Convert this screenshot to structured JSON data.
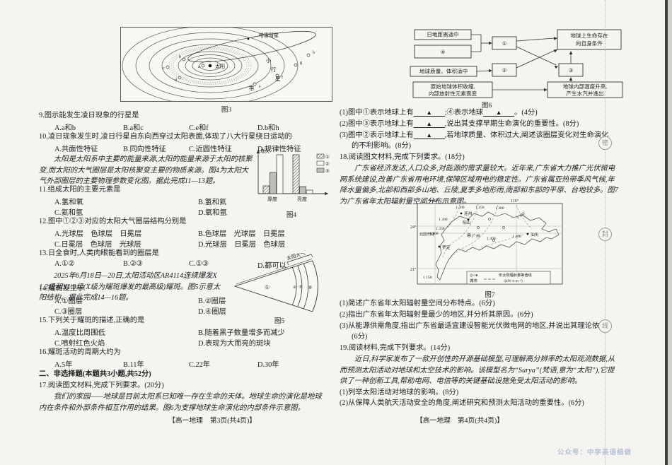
{
  "seal": {
    "chars": [
      "密",
      "封",
      "线"
    ]
  },
  "watermark": "公众号：中学英语细做",
  "left": {
    "fig3": {
      "caption": "图3",
      "sun_label": "太阳",
      "comet_label": "哈雷彗星",
      "belt_label": [
        "小",
        "行",
        "星",
        "带"
      ],
      "planets": [
        "a",
        "b",
        "c",
        "d",
        "e",
        "f",
        "g",
        "h"
      ]
    },
    "q9": {
      "text": "9.图示能发生凌日现象的行星是",
      "opts": [
        "A.a和b",
        "B.a和c",
        "C.e和f",
        "D.b和h"
      ]
    },
    "q10": {
      "text": "10.凌日现象发生时,凌日行星自东向西穿过太阳表面,体现了八大行星绕日运动的",
      "opts": [
        "A.共面性特征",
        "B.同向性特征",
        "C.近圆性特征",
        "D.规律性特征"
      ]
    },
    "para1": {
      "lines": [
        "太阳是太阳系中主要的能量来源,太阳的能量来源于太阳的核聚",
        "变,而太阳的大气圈层是太阳核聚变主要的物质来源。图4为太阳大",
        "气外部圈层的主要物理参数变化图。据此完成11—13题。"
      ]
    },
    "fig4": {
      "caption": "图4",
      "ylabel": "增大",
      "legend": [
        "①",
        "②",
        "③"
      ],
      "chart_data": {
        "type": "bar",
        "categories": [
          "厚度",
          "亮度"
        ],
        "series": [
          {
            "name": "①",
            "values": [
              0.19,
              0.95
            ]
          },
          {
            "name": "③",
            "values": [
              0.52,
              0.17
            ]
          },
          {
            "name": "②",
            "values": [
              0.95,
              0.09
            ]
          }
        ],
        "ylabel": "增大(相对值)",
        "ylim": [
          0,
          1
        ]
      }
    },
    "q11": {
      "text": "11.组成太阳的主要元素是",
      "opts": [
        "A.氢和氧",
        "B.氢和氦",
        "C.氦和氩",
        "D.氧和氩"
      ]
    },
    "q12": {
      "text": "12.图中①②③对应的太阳大气圈层结构分别是",
      "opts": [
        "A.光球层　色球层　日冕层",
        "B.色球层　光球层　日冕层",
        "C.日冕层　色球层　光球层",
        "D.光球层　日冕层　色球层"
      ]
    },
    "q13": {
      "text": "13.日全食时,人类肉眼能看到的圈层是",
      "opts": [
        "A.①②",
        "B.②③",
        "C.①③",
        "D.都可以"
      ]
    },
    "para2": {
      "lines": [
        "2025年6月18日—20日,太阳活动区AR4114连续爆发X",
        "1.2级和X1.9级(X级为耀斑爆发的最高级)耀斑。图5示意太",
        "阳结构。据此完成14—16题。"
      ]
    },
    "fig5": {
      "caption": "图5",
      "atm_label": "太阳大气",
      "regions": [
        "①",
        "②",
        "③",
        "④"
      ]
    },
    "q14": {
      "text": "14.耀斑发生于",
      "opts": [
        "A.①圈层",
        "B.②圈层",
        "C.③圈层",
        "D.④圈层"
      ]
    },
    "q15": {
      "text": "15.下列关于耀斑的描述,正确的是",
      "opts": [
        "A.温度比周围低",
        "B.随着黑子数量增多而减少",
        "C.喷射红色火焰",
        "D.表现为大而亮的斑块"
      ]
    },
    "q16": {
      "text": "16.耀斑活动的周期大约为",
      "opts": [
        "A.5年",
        "B.11年",
        "C.22年",
        "D.30年"
      ]
    },
    "section2": "二、非选择题(本题共3小题,共52分)",
    "q17": {
      "text": "17.阅读图文材料,完成下列要求。(20分)",
      "lines": [
        "我们的家园——地球是目前太阳系已知唯一存在生命的天体。地球生命的演化是地球",
        "内在条件和外部条件相互作用的结果。图6为支撑地球生命演化的内部条件示意图。"
      ]
    },
    "footer": "【高一地理　第3页(共4页)】"
  },
  "right": {
    "fig6": {
      "caption": "图6",
      "boxes": {
        "distance": "日地距离适中",
        "four": "④",
        "one": "①",
        "life1": "地球上生命存在",
        "life2": "的自身条件",
        "mass": "地球质量、体积适中",
        "two": "②",
        "three": "③",
        "shrink1": "原始地球体积收缩,",
        "shrink2": "内部放射性元素衰变",
        "temp1": "地球内部温度升高,",
        "temp2": "产生水汽并逸出"
      }
    },
    "q17subs": {
      "blank": "▲",
      "s1_pre": "(1)图中①表示地球上有",
      "s1_mid": ";④表示地球",
      "s1_post": "。(4分)",
      "s2_pre": "(2)图中③表示地球上有",
      "s2_post": ",说出其支撑早期生命演化的重要性。(8分)",
      "s3_pre": "(3)图中②表示地球上有",
      "s3_post": ",若地球质量、体积过大,阐述该圈层变化对生命演化",
      "s3_line2": "的不利影响。(8分)"
    },
    "q18": {
      "text": "18.阅读图文材料,完成下列要求。(18分)",
      "lines": [
        "广东省经济发达,人口众多,对能源的需求量较大。近年来,广东省大力推广光伏微电",
        "网系统建设,改善广东省用电环境,保障区域用电的稳定性。广东省属亚热带季风气候,年",
        "降水量偏多,北部和西部多山地、丘陵,夏季多地形雨,南部和东部的平原、台地较多。图7",
        "为广东省年太阳辐射量空间分布示意图。"
      ],
      "subs": [
        "(1)简述广东省年太阳辐射量空间分布特点。(6分)",
        "(2)指出广东省年太阳辐射量最少的地区,并分析其原因。(6分)",
        "(3)从能源供需角度,指出广东省最适宜建设智能光伏微电网的地区,并说出其理论依据。",
        "(6分)"
      ]
    },
    "fig7": {
      "caption": "图7",
      "lon": [
        "112°",
        "116°"
      ],
      "lat": [
        "24°",
        "21°"
      ],
      "tropic": "北回归线",
      "cities": [
        "连州",
        "阳山",
        "广州",
        "罗定",
        "汕头"
      ],
      "iso": {
        "top": [
          "1 200",
          "1 250",
          "1 300"
        ],
        "left": [
          "1 200",
          "1 250",
          "1 300"
        ],
        "right": [
          "1 350",
          "1 400",
          "1 400"
        ],
        "bottom": "1 150"
      },
      "legend_symbols": "◎○●",
      "legend_city": "城市",
      "legend_iso1": "年太阳辐射量等值线",
      "legend_iso2": "/(kW·h·m⁻²)"
    },
    "q19": {
      "text": "19.阅读材料,完成下列要求。(14分)",
      "lines": [
        "近日,科学家发布了一款开创性的开源基础模型,可理解高分辨率的太阳观测数据,从",
        "而预测太阳活动对地球和太空技术的影响。该模型名为“Surya”(梵语,意为“太阳”),它提",
        "供了一种创新工具,帮助电网、电信等的关键基础设施免受太阳活动的影响。"
      ],
      "subs": [
        "(1)列举太阳活动对地球的影响。(8分)",
        "(2)从保障人类航天活动安全的角度,阐述研究和预测太阳活动的重要性。(6分)"
      ]
    },
    "footer": "【高一地理　第4页(共4页)】"
  }
}
